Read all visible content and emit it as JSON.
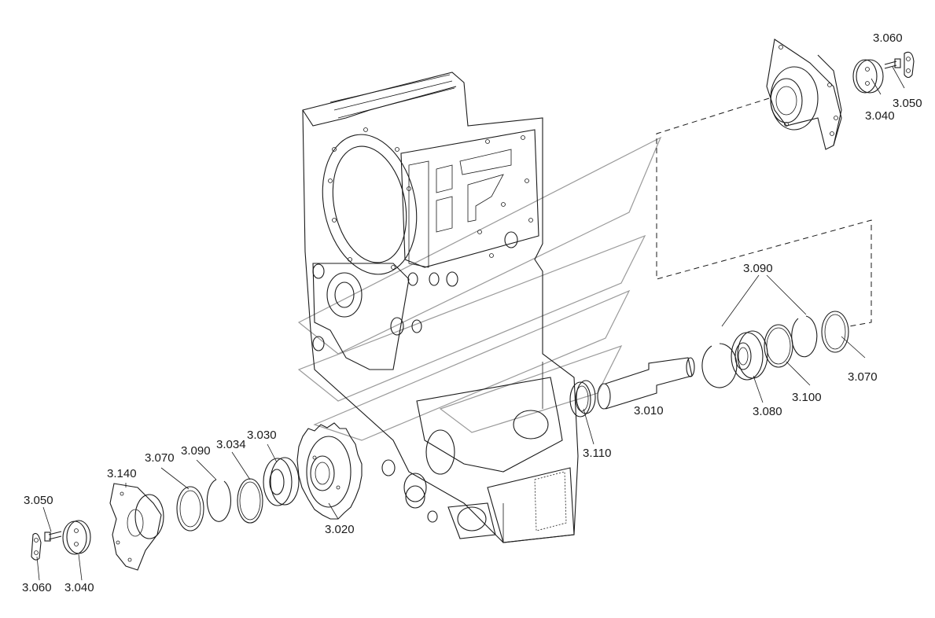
{
  "callouts": {
    "c3060_top": "3.060",
    "c3040_top": "3.040",
    "c3050_top": "3.050",
    "c3090_right": "3.090",
    "c3070_right": "3.070",
    "c3100": "3.100",
    "c3080": "3.080",
    "c3010": "3.010",
    "c3110": "3.110",
    "c3020": "3.020",
    "c3030": "3.030",
    "c3034": "3.034",
    "c3090_left": "3.090",
    "c3070_left": "3.070",
    "c3140": "3.140",
    "c3050_left": "3.050",
    "c3060_left": "3.060",
    "c3040_left": "3.040"
  }
}
